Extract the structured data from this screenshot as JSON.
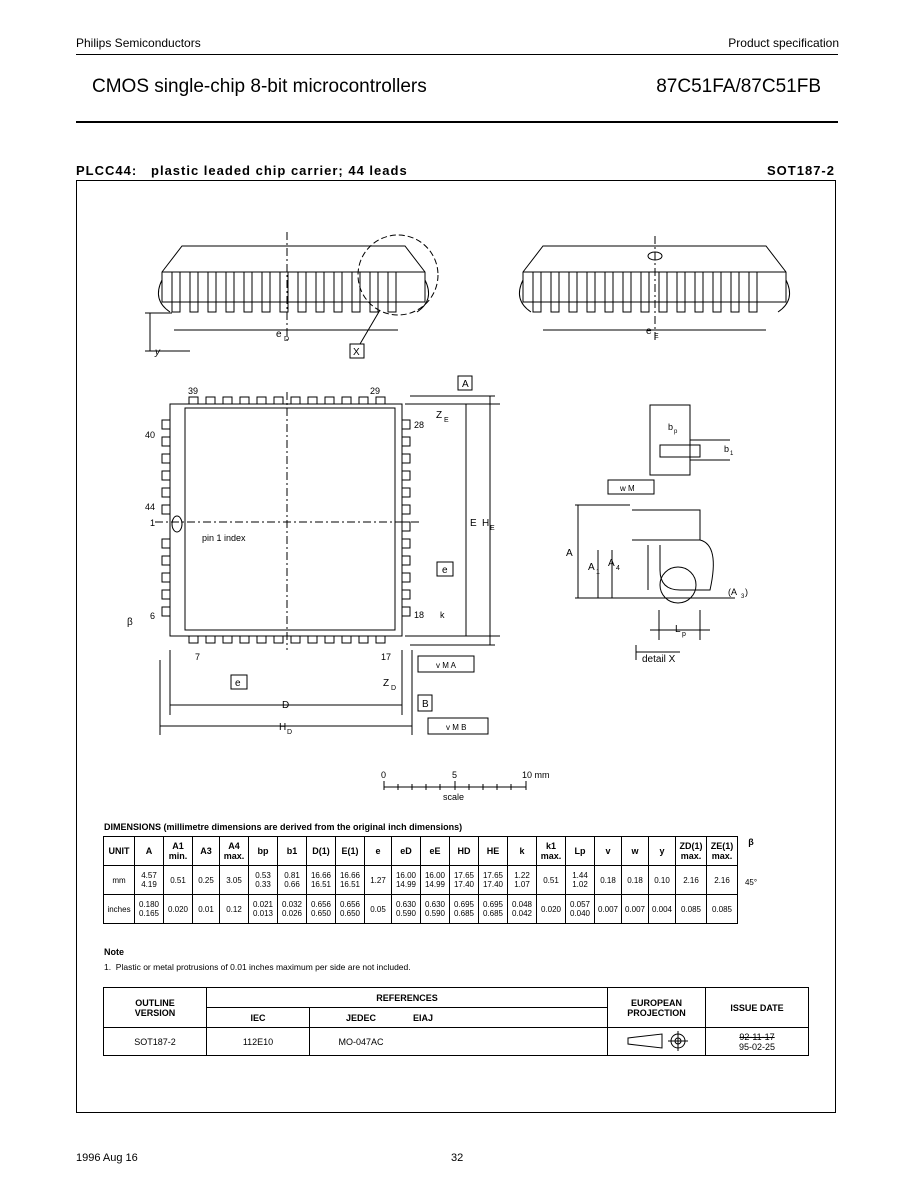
{
  "header": {
    "company": "Philips Semiconductors",
    "doc_type": "Product specification",
    "title": "CMOS single-chip 8-bit microcontrollers",
    "part": "87C51FA/87C51FB"
  },
  "package": {
    "title": "PLCC44:   plastic leaded chip carrier; 44 leads",
    "code": "SOT187-2"
  },
  "drawing_labels": {
    "ed": "e",
    "ed_sub": "D",
    "ee": "e",
    "ee_sub": "E",
    "y": "y",
    "x_box": "X",
    "a_box": "A",
    "pin39": "39",
    "pin29": "29",
    "pin28": "28",
    "pin40": "40",
    "pin44": "44",
    "pin1": "1",
    "pin6": "6",
    "pin7": "7",
    "pin17": "17",
    "pin18": "18",
    "pin1_index": "pin 1 index",
    "ze": "Z",
    "ze_sub": "E",
    "zd": "Z",
    "zd_sub": "D",
    "E": "E",
    "HE": "H",
    "HE_sub": "E",
    "D": "D",
    "HD": "H",
    "HD_sub": "D",
    "e_box": "e",
    "B_box": "B",
    "beta": "β",
    "k": "k",
    "bp": "b",
    "bp_sub": "p",
    "b1": "b",
    "b1_sub": "1",
    "w_tol": "w M",
    "v_tol_a": "v M A",
    "v_tol_b": "v M B",
    "A": "A",
    "A1": "A",
    "A1_sub": "1",
    "A4": "A",
    "A4_sub": "4",
    "A3": "(A",
    "A3_sub": "3",
    "A3_close": ")",
    "Lp": "L",
    "Lp_sub": "p",
    "detail": "detail X"
  },
  "scale": {
    "tick0": "0",
    "tick5": "5",
    "tick10": "10 mm",
    "label": "scale"
  },
  "dimensions": {
    "title": "DIMENSIONS (millimetre dimensions are derived from the original inch dimensions)",
    "headers": [
      "UNIT",
      "A",
      "A1 min.",
      "A3",
      "A4 max.",
      "bp",
      "b1",
      "D(1)",
      "E(1)",
      "e",
      "eD",
      "eE",
      "HD",
      "HE",
      "k",
      "k1 max.",
      "Lp",
      "v",
      "w",
      "y",
      "ZD(1) max.",
      "ZE(1) max.",
      "β"
    ],
    "rows": [
      {
        "unit": "mm",
        "cells": [
          "4.57\n4.19",
          "0.51",
          "0.25",
          "3.05",
          "0.53\n0.33",
          "0.81\n0.66",
          "16.66\n16.51",
          "16.66\n16.51",
          "1.27",
          "16.00\n14.99",
          "16.00\n14.99",
          "17.65\n17.40",
          "17.65\n17.40",
          "1.22\n1.07",
          "0.51",
          "1.44\n1.02",
          "0.18",
          "0.18",
          "0.10",
          "2.16",
          "2.16"
        ]
      },
      {
        "unit": "inches",
        "cells": [
          "0.180\n0.165",
          "0.020",
          "0.01",
          "0.12",
          "0.021\n0.013",
          "0.032\n0.026",
          "0.656\n0.650",
          "0.656\n0.650",
          "0.05",
          "0.630\n0.590",
          "0.630\n0.590",
          "0.695\n0.685",
          "0.695\n0.685",
          "0.048\n0.042",
          "0.020",
          "0.057\n0.040",
          "0.007",
          "0.007",
          "0.004",
          "0.085",
          "0.085"
        ]
      }
    ],
    "beta_value": "45°"
  },
  "note": {
    "title": "Note",
    "text": "1.  Plastic or metal protrusions of 0.01 inches maximum per side are not included."
  },
  "references": {
    "outline_version": "OUTLINE\nVERSION",
    "references_label": "REFERENCES",
    "iec": "IEC",
    "jedec": "JEDEC",
    "eiaj": "EIAJ",
    "european_projection": "EUROPEAN\nPROJECTION",
    "issue_date": "ISSUE DATE",
    "row_outline": "SOT187-2",
    "row_iec": "112E10",
    "row_jedec": "MO-047AC",
    "row_eiaj": "",
    "row_date_old": "92-11-17",
    "row_date_new": "95-02-25"
  },
  "footer": {
    "date": "1996 Aug 16",
    "page": "32"
  }
}
